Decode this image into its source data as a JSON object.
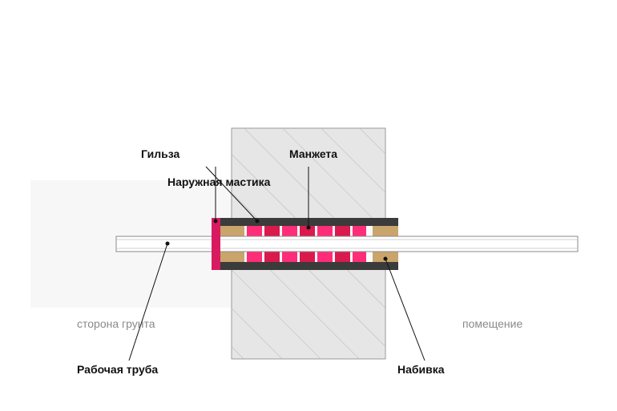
{
  "labels": {
    "sleeve": "Гильза",
    "outer_mastic": "Наружная мастика",
    "cuff": "Манжета",
    "working_pipe": "Рабочая труба",
    "packing": "Набивка"
  },
  "sides": {
    "ground": "сторона грунта",
    "room": "помещение"
  },
  "colors": {
    "wall_fill": "#e6e6e6",
    "ground_fill": "#f7f7f7",
    "sleeve_dark": "#3b3b3b",
    "flange": "#d81b60",
    "packing": "#c9a46b",
    "cuff_light": "#ff2d78",
    "cuff_dark": "#d91a4c"
  }
}
